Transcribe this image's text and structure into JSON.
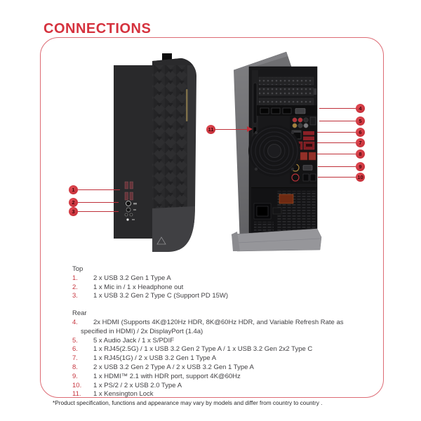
{
  "page": {
    "title": "CONNECTIONS",
    "footnote": "*Product specification, functions and appearance may vary by models and differ from country to country .",
    "accent_color": "#d5323e",
    "frame_border_color": "#dd6b74"
  },
  "callouts": [
    {
      "num": "1"
    },
    {
      "num": "2"
    },
    {
      "num": "3"
    },
    {
      "num": "4"
    },
    {
      "num": "5"
    },
    {
      "num": "6"
    },
    {
      "num": "7"
    },
    {
      "num": "8"
    },
    {
      "num": "9"
    },
    {
      "num": "10"
    },
    {
      "num": "11"
    }
  ],
  "sections": [
    {
      "heading": "Top",
      "items": [
        {
          "num": "1.",
          "text": "2 x USB 3.2 Gen 1 Type A"
        },
        {
          "num": "2.",
          "text": "1 x Mic in / 1 x Headphone out"
        },
        {
          "num": "3.",
          "text": "1 x USB 3.2 Gen 2 Type C (Support PD 15W)"
        }
      ]
    },
    {
      "heading": "Rear",
      "items": [
        {
          "num": "4.",
          "text": "2x HDMI (Supports 4K@120Hz HDR, 8K@60Hz HDR, and Variable Refresh Rate as specified in HDMI) / 2x DisplayPort (1.4a)"
        },
        {
          "num": "5.",
          "text": "5 x Audio Jack / 1 x S/PDIF"
        },
        {
          "num": "6.",
          "text": "1 x RJ45(2.5G) / 1 x USB 3.2 Gen 2 Type A / 1 x USB 3.2 Gen 2x2 Type C"
        },
        {
          "num": "7.",
          "text": "1 x RJ45(1G) / 2 x USB 3.2 Gen 1 Type A"
        },
        {
          "num": "8.",
          "text": "2 x USB 3.2 Gen 2 Type A / 2 x USB 3.2 Gen 1 Type A"
        },
        {
          "num": "9.",
          "text": "1 x HDMI™ 2.1 with HDR port, support 4K@60Hz"
        },
        {
          "num": "10.",
          "text": "1 x PS/2 / 2 x USB 2.0 Type A"
        },
        {
          "num": "11.",
          "text": "1 x Kensington Lock"
        }
      ]
    }
  ]
}
